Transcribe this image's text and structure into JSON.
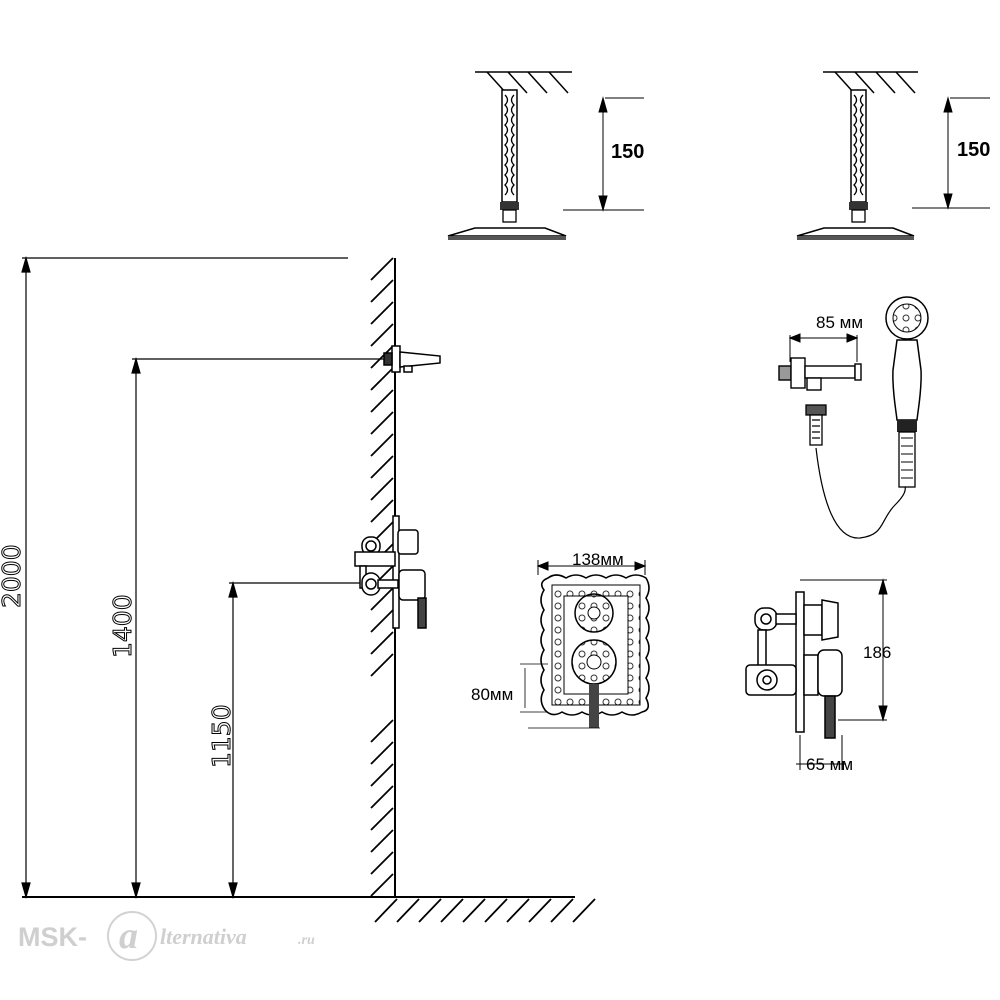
{
  "dimensions": {
    "total_height": "2000",
    "shower_arm_height": "1400",
    "mixer_height": "1150",
    "ceiling_drop_1": "150",
    "ceiling_drop_2": "150",
    "holder_width": "85 мм",
    "plate_width": "138мм",
    "plate_offset": "80мм",
    "mixer_height_side": "186",
    "mixer_depth": "65 мм"
  },
  "watermark": {
    "brand": "MSK-",
    "logo_letter": "a",
    "tail": "lternativa",
    "suffix": ".ru"
  }
}
